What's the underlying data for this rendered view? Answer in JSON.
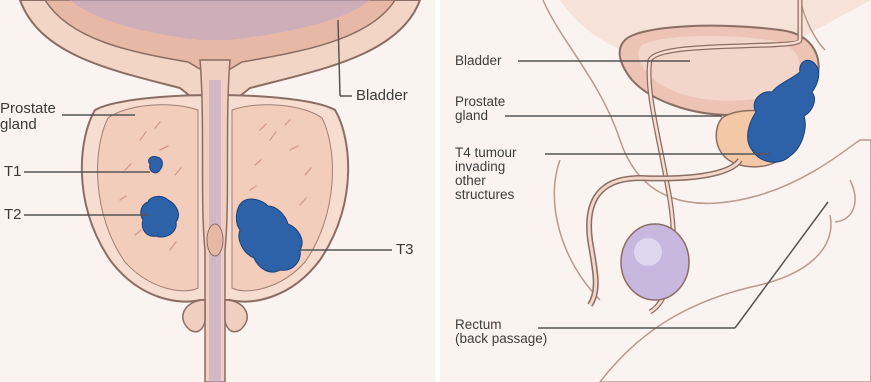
{
  "left_panel": {
    "labels": {
      "prostate": [
        "Prostate",
        "gland"
      ],
      "bladder": "Bladder",
      "t1": "T1",
      "t2": "T2",
      "t3": "T3"
    }
  },
  "right_panel": {
    "labels": {
      "bladder": "Bladder",
      "prostate": [
        "Prostate",
        "gland"
      ],
      "t4": [
        "T4 tumour",
        "invading",
        "other",
        "structures"
      ],
      "rectum": [
        "Rectum",
        "(back passage)"
      ]
    }
  },
  "colors": {
    "tumour": "#2e62a8",
    "tissue": "#f5d3c2",
    "bladder": "#ecc3b4",
    "outline": "#8a6d63",
    "leader": "#555555",
    "testis": "#c8b8e0"
  }
}
